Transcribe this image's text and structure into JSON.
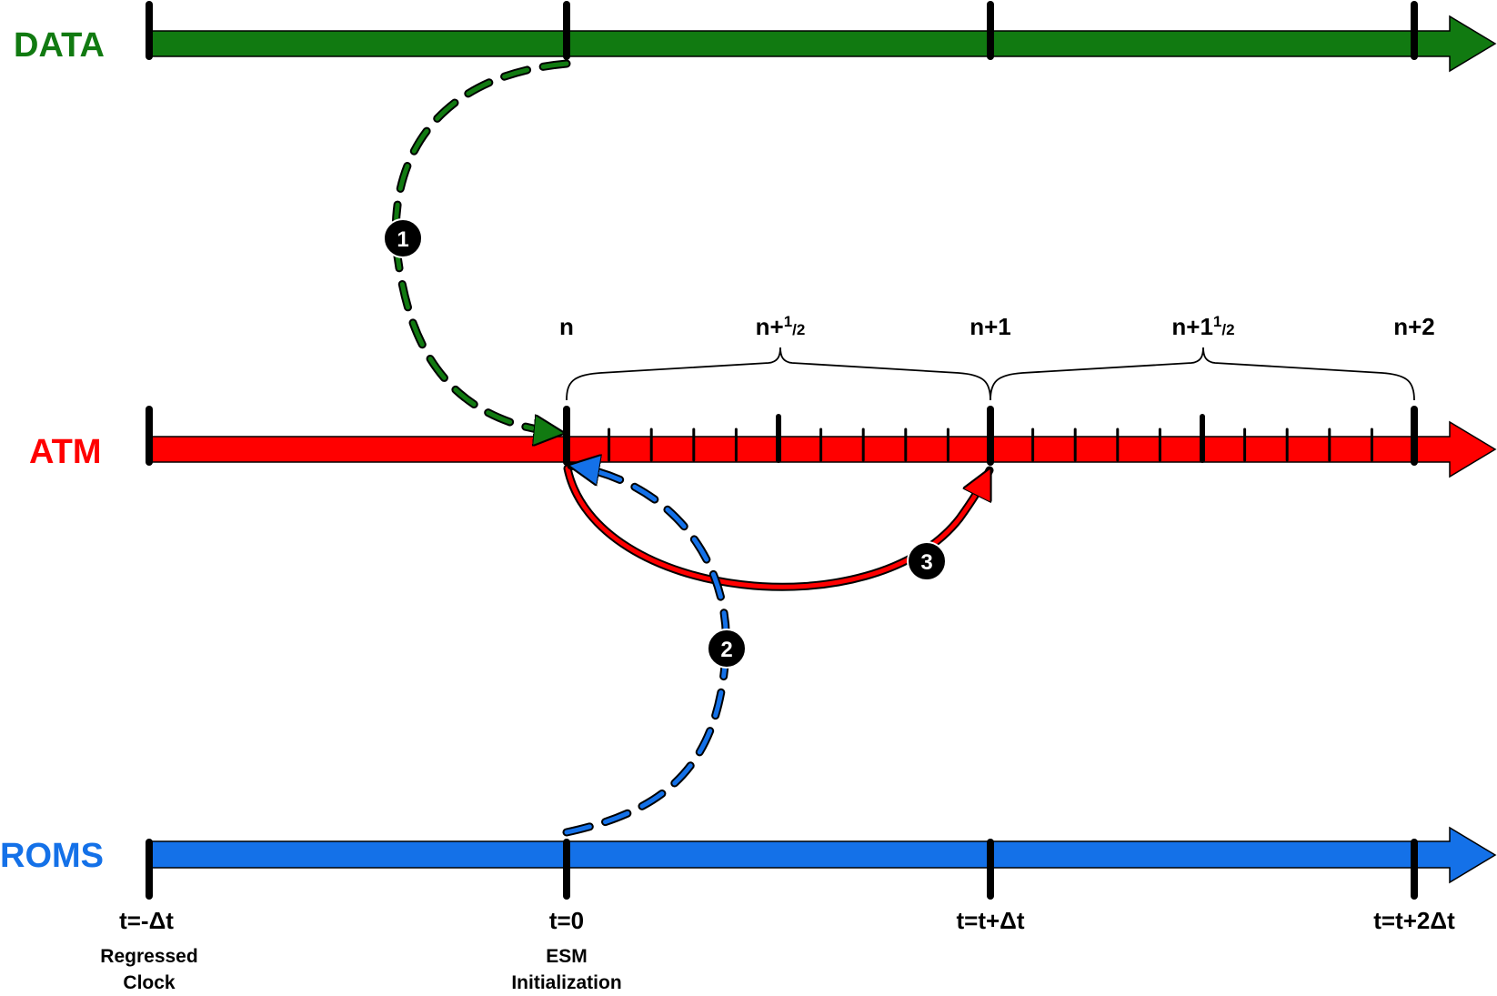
{
  "timelines": {
    "data": {
      "label": "DATA",
      "color": "#117a11"
    },
    "atm": {
      "label": "ATM",
      "color": "#ff0000"
    },
    "roms": {
      "label": "ROMS",
      "color": "#1471e8"
    }
  },
  "atm_steps": {
    "n": "n",
    "n_half_base": "n+",
    "n_half_num": "1",
    "n_half_den": "2",
    "n1": "n+1",
    "n1_half_base": "n+1",
    "n1_half_num": "1",
    "n1_half_den": "2",
    "n2": "n+2"
  },
  "time_labels": {
    "t_minus": "t=-Δt",
    "t_zero": "t=0",
    "t_plus": "t=t+Δt",
    "t_plus2": "t=t+2Δt"
  },
  "notes": {
    "regressed_line1": "Regressed",
    "regressed_line2": "Clock",
    "esm_line1": "ESM",
    "esm_line2": "Initialization"
  },
  "badges": {
    "b1": "1",
    "b2": "2",
    "b3": "3"
  }
}
